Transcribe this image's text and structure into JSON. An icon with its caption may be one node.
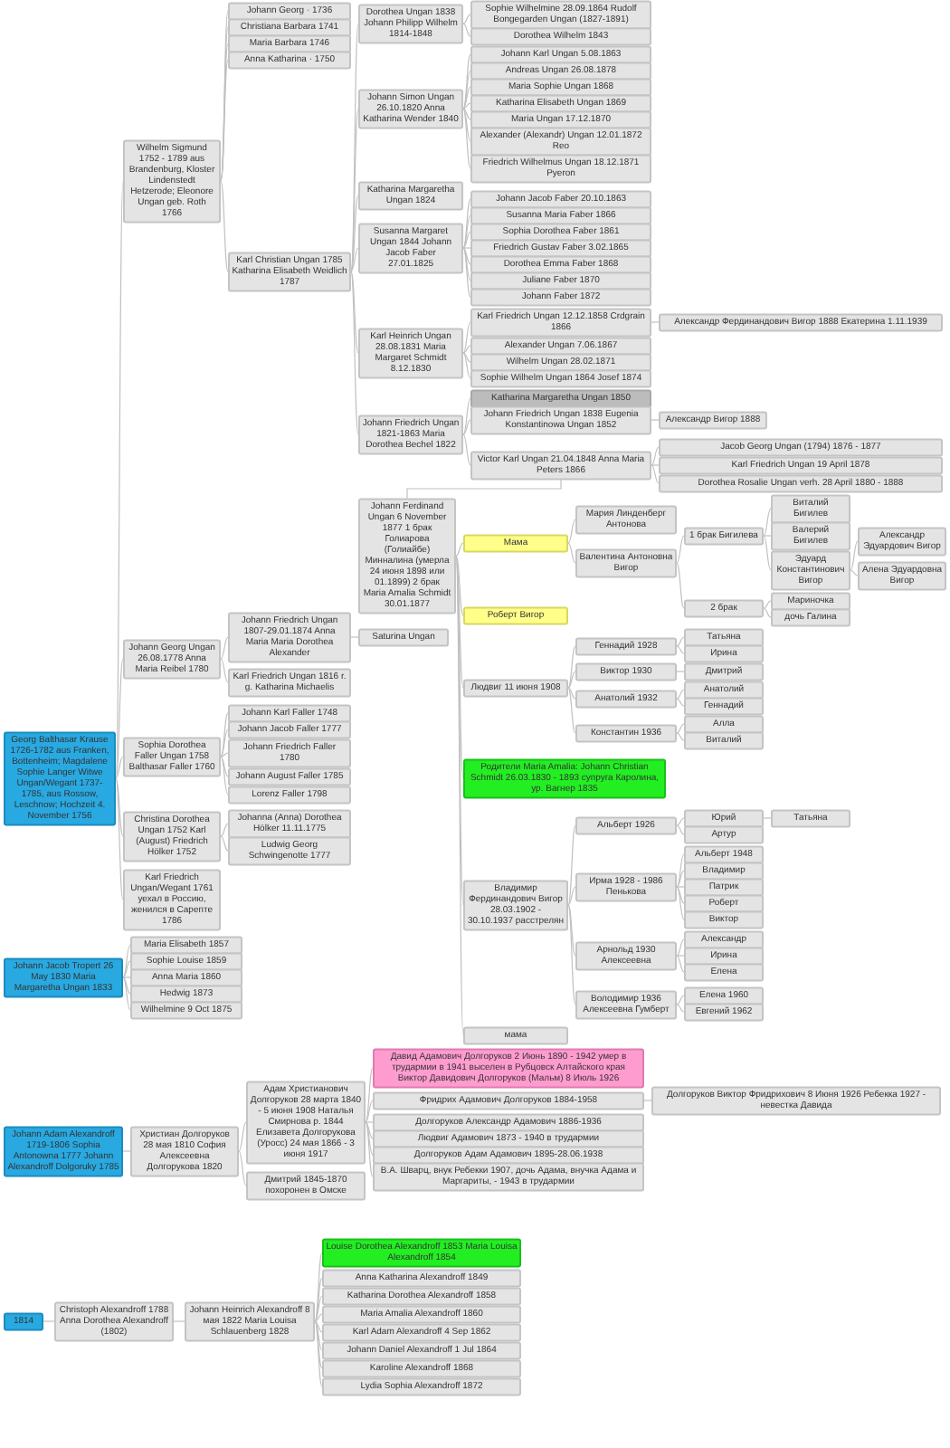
{
  "diagram": {
    "nodes": [
      {
        "text": [
          "Georg Balthasar Krause 1726-1782 aus Franken, Bottenheim; Magdalene Sophie Langer Witwe Ungan/Wegant 1737-1785, aus Rossow, Leschnow; Hochzeit 4. November 1756"
        ]
      },
      {
        "text": [
          "Wilhelm Sigmund 1752 - 1789 aus Brandenburg, Kloster Lindenstedt Hetzerode; Eleonore Ungan geb. Roth 1766"
        ]
      },
      {
        "text": [
          "Johann Georg · 1736"
        ]
      },
      {
        "text": [
          "Christiana Barbara 1741"
        ]
      },
      {
        "text": [
          "Maria Barbara 1746"
        ]
      },
      {
        "text": [
          "Anna Katharina · 1750"
        ]
      },
      {
        "text": [
          "Karl Christian Ungan 1785 Katharina Elisabeth Weidlich 1787"
        ]
      },
      {
        "text": [
          "Dorothea Ungan 1838 Johann Philipp Wilhelm 1814-1848"
        ]
      },
      {
        "text": [
          "Sophie Wilhelmine 28.09.1864 Rudolf Bongegarden Ungan (1827-1891)"
        ]
      },
      {
        "text": [
          "Dorothea Wilhelm 1843"
        ]
      },
      {
        "text": [
          "Johann Simon Ungan 26.10.1820 Anna Katharina Wender 1840"
        ]
      },
      {
        "text": [
          "Johann Karl Ungan 5.08.1863"
        ]
      },
      {
        "text": [
          "Andreas Ungan 26.08.1878"
        ]
      },
      {
        "text": [
          "Maria Sophie Ungan 1868"
        ]
      },
      {
        "text": [
          "Katharina Elisabeth Ungan 1869"
        ]
      },
      {
        "text": [
          "Maria Ungan 17.12.1870"
        ]
      },
      {
        "text": [
          "Alexander (Alexandr) Ungan 12.01.1872 Reo"
        ]
      },
      {
        "text": [
          "Friedrich Wilhelmus Ungan 18.12.1871 Pyeron"
        ]
      },
      {
        "text": [
          "Katharina Margaretha Ungan 1824"
        ]
      },
      {
        "text": [
          "Susanna Margaret Ungan 1844 Johann Jacob Faber 27.01.1825"
        ]
      },
      {
        "text": [
          "Johann Jacob Faber 20.10.1863"
        ]
      },
      {
        "text": [
          "Susanna Maria Faber 1866"
        ]
      },
      {
        "text": [
          "Sophia Dorothea Faber 1861"
        ]
      },
      {
        "text": [
          "Friedrich Gustav Faber 3.02.1865"
        ]
      },
      {
        "text": [
          "Dorothea Emma Faber 1868"
        ]
      },
      {
        "text": [
          "Juliane Faber 1870"
        ]
      },
      {
        "text": [
          "Johann Faber 1872"
        ]
      },
      {
        "text": [
          "Karl Heinrich Ungan 28.08.1831 Maria Margaret Schmidt 8.12.1830"
        ]
      },
      {
        "text": [
          "Karl Friedrich Ungan 12.12.1858 Crdgrain 1866"
        ]
      },
      {
        "text": [
          "Александр Фердинандович Вигор 1888 Екатерина 1.11.1939"
        ]
      },
      {
        "text": [
          "Alexander Ungan 7.06.1867"
        ]
      },
      {
        "text": [
          "Wilhelm Ungan 28.02.1871"
        ]
      },
      {
        "text": [
          "Sophie Wilhelm Ungan 1864 Josef 1874"
        ]
      },
      {
        "text": [
          "Johann Friedrich Ungan 1821-1863 Maria Dorothea Bechel 1822"
        ]
      },
      {
        "text": [
          "Katharina Margaretha Ungan 1850"
        ]
      },
      {
        "text": [
          "Victor Karl Ungan 21.04.1848 Anna Maria Peters 1866"
        ]
      },
      {
        "text": [
          "Jacob Georg Ungan (1794) 1876 - 1877"
        ]
      },
      {
        "text": [
          "Karl Friedrich Ungan 19 April 1878"
        ]
      },
      {
        "text": [
          "Dorothea Rosalie Ungan verh. 28 April 1880 - 1888"
        ]
      },
      {
        "text": [
          "Johann Ferdinand Ungan 6 November 1877 1 брак Голиарова (Голиайбе) Минналина (умерла 24 июня 1898 или 01.1899) 2 брак Maria Amalia Schmidt 30.01.1877"
        ]
      },
      {
        "text": [
          "Мама"
        ]
      },
      {
        "text": [
          "Роберт Вигор"
        ]
      },
      {
        "text": [
          "Мария Линденберг Антонова"
        ]
      },
      {
        "text": [
          "Валентина Антоновна Вигор"
        ]
      },
      {
        "text": [
          "1 брак Бигилева"
        ]
      },
      {
        "text": [
          "Виталий Бигилев"
        ]
      },
      {
        "text": [
          "Валерий Бигилев"
        ]
      },
      {
        "text": [
          "Эдуард Константинович Вигор"
        ]
      },
      {
        "text": [
          "Александр Эдуардович Вигор"
        ]
      },
      {
        "text": [
          "Алена Эдуардовна Вигор"
        ]
      },
      {
        "text": [
          "2 брак"
        ]
      },
      {
        "text": [
          "Мариночка"
        ]
      },
      {
        "text": [
          "дочь Галина"
        ]
      },
      {
        "text": [
          "Людвиг 11 июня 1908"
        ]
      },
      {
        "text": [
          "Геннадий 1928"
        ]
      },
      {
        "text": [
          "Татьяна"
        ]
      },
      {
        "text": [
          "Ирина"
        ]
      },
      {
        "text": [
          "Виктор 1930"
        ]
      },
      {
        "text": [
          "Дмитрий"
        ]
      },
      {
        "text": [
          "Анатолий 1932"
        ]
      },
      {
        "text": [
          "Анатолий"
        ]
      },
      {
        "text": [
          "Геннадий"
        ]
      },
      {
        "text": [
          "Константин 1936"
        ]
      },
      {
        "text": [
          "Алла"
        ]
      },
      {
        "text": [
          "Виталий"
        ]
      },
      {
        "text": [
          "Родители Maria Amalia: Johann Christian Schmidt 26.03.1830 - 1893 супруга Каролина, ур. Вагнер 1835"
        ]
      },
      {
        "text": [
          "Владимир Фердинандович Вигор 28.03.1902 - 30.10.1937 расстрелян"
        ]
      },
      {
        "text": [
          "Альберт 1926"
        ]
      },
      {
        "text": [
          "Юрий"
        ]
      },
      {
        "text": [
          "Татьяна"
        ]
      },
      {
        "text": [
          "Артур"
        ]
      },
      {
        "text": [
          "Ирма 1928 - 1986 Пенькова"
        ]
      },
      {
        "text": [
          "Альберт 1948"
        ]
      },
      {
        "text": [
          "Владимир"
        ]
      },
      {
        "text": [
          "Патрик"
        ]
      },
      {
        "text": [
          "Роберт"
        ]
      },
      {
        "text": [
          "Виктор"
        ]
      },
      {
        "text": [
          "Арнольд 1930 Алексеевна"
        ]
      },
      {
        "text": [
          "Александр"
        ]
      },
      {
        "text": [
          "Ирина"
        ]
      },
      {
        "text": [
          "Елена"
        ]
      },
      {
        "text": [
          "Володимир 1936 Алексеевна Гумберт"
        ]
      },
      {
        "text": [
          "Елена 1960"
        ]
      },
      {
        "text": [
          "Евгений 1962"
        ]
      },
      {
        "text": [
          "мама"
        ]
      },
      {
        "text": [
          "Johann Friedrich Ungan 1838 Eugenia Konstantinowa Ungan 1852"
        ]
      },
      {
        "text": [
          "Александр Вигор 1888"
        ]
      },
      {
        "text": [
          "Johann Georg Ungan 26.08.1778 Anna Maria Reibel 1780"
        ]
      },
      {
        "text": [
          "Johann Friedrich Ungan 1807-29.01.1874 Anna Maria Maria Dorothea Alexander"
        ]
      },
      {
        "text": [
          "Saturina Ungan"
        ]
      },
      {
        "text": [
          "Karl Friedrich Ungan 1816 r. g. Katharina Michaelis"
        ]
      },
      {
        "text": [
          "Sophia Dorothea Faller Ungan 1758 Balthasar Faller 1760"
        ]
      },
      {
        "text": [
          "Johann Karl Faller 1748"
        ]
      },
      {
        "text": [
          "Johann Jacob Faller 1777"
        ]
      },
      {
        "text": [
          "Johann Friedrich Faller 1780"
        ]
      },
      {
        "text": [
          "Johann August Faller 1785"
        ]
      },
      {
        "text": [
          "Lorenz Faller 1798"
        ]
      },
      {
        "text": [
          "Christina Dorothea Ungan 1752 Karl (August) Friedrich Hölker 1752"
        ]
      },
      {
        "text": [
          "Johanna (Anna) Dorothea Hölker 11.11.1775"
        ]
      },
      {
        "text": [
          "Ludwig Georg Schwingenotte 1777"
        ]
      },
      {
        "text": [
          "Karl Friedrich Ungan/Wegant 1761 уехал в Россию, женился в Сарепте 1786"
        ]
      },
      {
        "text": [
          "Johann Adam Alexandroff 1719-1806 Sophia Antonowna 1777 Johann Alexandroff Dolgoruky 1785"
        ]
      },
      {
        "text": [
          "Христиан Долгоруков 28 мая 1810 София Алексеевна Долгорукова 1820"
        ]
      },
      {
        "text": [
          "Адам Христианович Долгоруков 28 марта 1840 - 5 июня 1908 Наталья Смирнова р. 1844 Елизавета Долгорукова (Уросс) 24 мая 1866 - 3 июня 1917"
        ]
      },
      {
        "text": [
          "Давид Адамович Долгоруков 2 Июнь 1890 - 1942 умер в трудармии в 1941 выселен в Рубцовск Алтайского края Виктор Давидович Долгоруков (Мальм) 8 Июль 1926"
        ]
      },
      {
        "text": [
          "Фридрих Адамович Долгоруков 1884-1958"
        ]
      },
      {
        "text": [
          "Долгоруков Виктор Фридрихович 8 Июня 1926 Ребекка 1927 - невестка Давида"
        ]
      },
      {
        "text": [
          "Долгоруков Александр Адамович 1886-1936"
        ]
      },
      {
        "text": [
          "Людвиг Адамович 1873 - 1940 в трудармии"
        ]
      },
      {
        "text": [
          "Долгоруков Адам Адамович 1895-28.06.1938"
        ]
      },
      {
        "text": [
          "В.А. Шварц, внук Ребекки 1907, дочь Адама, внучка Адама и Маргариты, - 1943 в трудармии"
        ]
      },
      {
        "text": [
          "Дмитрий 1845-1870 похоронен в Омске"
        ]
      },
      {
        "text": [
          "1814"
        ]
      },
      {
        "text": [
          "Christoph Alexandroff 1788 Anna Dorothea Alexandroff (1802)"
        ]
      },
      {
        "text": [
          "Johann Heinrich Alexandroff 8 мая 1822 Maria Louisa Schlauenberg 1828"
        ]
      },
      {
        "text": [
          "Louise Dorothea Alexandroff 1853 Maria Louisa Alexandroff 1854"
        ]
      },
      {
        "text": [
          "Anna Katharina Alexandroff 1849"
        ]
      },
      {
        "text": [
          "Katharina Dorothea Alexandroff 1858"
        ]
      },
      {
        "text": [
          "Maria Amalia Alexandroff 1860"
        ]
      },
      {
        "text": [
          "Karl Adam Alexandroff 4 Sep 1862"
        ]
      },
      {
        "text": [
          "Johann Daniel Alexandroff 1 Jul 1864"
        ]
      },
      {
        "text": [
          "Karoline Alexandroff 1868"
        ]
      },
      {
        "text": [
          "Lydia Sophia Alexandroff 1872"
        ]
      },
      {
        "text": [
          "Johann Jacob Tropert 26 May 1830 Maria Margaretha Ungan 1833"
        ]
      },
      {
        "text": [
          "Maria Elisabeth 1857"
        ]
      },
      {
        "text": [
          "Sophie Louise 1859"
        ]
      },
      {
        "text": [
          "Anna Maria 1860"
        ]
      },
      {
        "text": [
          "Hedwig 1873"
        ]
      },
      {
        "text": [
          "Wilhelmine 9 Oct 1875"
        ]
      }
    ],
    "edges": [
      {
        "from": 0,
        "to": 1,
        "arrow": "none"
      },
      {
        "from": 0,
        "to": 87,
        "arrow": "none"
      },
      {
        "from": 0,
        "to": 91,
        "arrow": "none"
      },
      {
        "from": 0,
        "to": 97,
        "arrow": "none"
      },
      {
        "from": 0,
        "to": 100,
        "arrow": "none"
      },
      {
        "from": 1,
        "to": 2,
        "arrow": "none"
      },
      {
        "from": 1,
        "to": 3,
        "arrow": "none"
      },
      {
        "from": 1,
        "to": 4,
        "arrow": "none"
      },
      {
        "from": 1,
        "to": 5,
        "arrow": "none"
      },
      {
        "from": 1,
        "to": 6,
        "arrow": "none"
      },
      {
        "from": 6,
        "to": 7,
        "arrow": "none"
      },
      {
        "from": 6,
        "to": 10,
        "arrow": "none"
      },
      {
        "from": 6,
        "to": 18,
        "arrow": "none"
      },
      {
        "from": 6,
        "to": 19,
        "arrow": "none"
      },
      {
        "from": 6,
        "to": 27,
        "arrow": "none"
      },
      {
        "from": 6,
        "to": 33,
        "arrow": "none"
      },
      {
        "from": 7,
        "to": 8,
        "arrow": "none"
      },
      {
        "from": 7,
        "to": 9,
        "arrow": "none"
      },
      {
        "from": 10,
        "to": 11,
        "arrow": "none"
      },
      {
        "from": 10,
        "to": 12,
        "arrow": "none"
      },
      {
        "from": 10,
        "to": 13,
        "arrow": "none"
      },
      {
        "from": 10,
        "to": 14,
        "arrow": "none"
      },
      {
        "from": 10,
        "to": 15,
        "arrow": "none"
      },
      {
        "from": 10,
        "to": 16,
        "arrow": "none"
      },
      {
        "from": 10,
        "to": 17,
        "arrow": "none"
      },
      {
        "from": 19,
        "to": 20,
        "arrow": "none"
      },
      {
        "from": 19,
        "to": 21,
        "arrow": "none"
      },
      {
        "from": 19,
        "to": 22,
        "arrow": "none"
      },
      {
        "from": 19,
        "to": 23,
        "arrow": "none"
      },
      {
        "from": 19,
        "to": 24,
        "arrow": "none"
      },
      {
        "from": 19,
        "to": 25,
        "arrow": "none"
      },
      {
        "from": 19,
        "to": 26,
        "arrow": "none"
      },
      {
        "from": 27,
        "to": 28,
        "arrow": "none"
      },
      {
        "from": 27,
        "to": 30,
        "arrow": "none"
      },
      {
        "from": 27,
        "to": 31,
        "arrow": "none"
      },
      {
        "from": 27,
        "to": 32,
        "arrow": "none"
      },
      {
        "from": 28,
        "to": 29,
        "arrow": "none"
      },
      {
        "from": 33,
        "to": 34,
        "arrow": "none"
      },
      {
        "from": 33,
        "to": 35,
        "arrow": "none"
      },
      {
        "from": 33,
        "to": 85,
        "arrow": "none"
      },
      {
        "from": 35,
        "to": 36,
        "arrow": "none"
      },
      {
        "from": 35,
        "to": 37,
        "arrow": "none"
      },
      {
        "from": 35,
        "to": 38,
        "arrow": "none"
      },
      {
        "from": 35,
        "to": 39,
        "arrow": "none"
      },
      {
        "from": 39,
        "to": 40,
        "arrow": "none"
      },
      {
        "from": 39,
        "to": 41,
        "arrow": "none"
      },
      {
        "from": 39,
        "to": 53,
        "arrow": "none"
      },
      {
        "from": 39,
        "to": 65,
        "arrow": "none"
      },
      {
        "from": 39,
        "to": 66,
        "arrow": "none"
      },
      {
        "from": 39,
        "to": 84,
        "arrow": "none"
      },
      {
        "from": 40,
        "to": 42,
        "arrow": "none"
      },
      {
        "from": 40,
        "to": 43,
        "arrow": "none"
      },
      {
        "from": 43,
        "to": 44,
        "arrow": "none"
      },
      {
        "from": 43,
        "to": 50,
        "arrow": "none"
      },
      {
        "from": 44,
        "to": 45,
        "arrow": "none"
      },
      {
        "from": 44,
        "to": 46,
        "arrow": "none"
      },
      {
        "from": 44,
        "to": 47,
        "arrow": "none"
      },
      {
        "from": 47,
        "to": 48,
        "arrow": "none"
      },
      {
        "from": 47,
        "to": 49,
        "arrow": "none"
      },
      {
        "from": 50,
        "to": 51,
        "arrow": "none"
      },
      {
        "from": 50,
        "to": 52,
        "arrow": "none"
      },
      {
        "from": 53,
        "to": 54,
        "arrow": "none"
      },
      {
        "from": 53,
        "to": 57,
        "arrow": "none"
      },
      {
        "from": 53,
        "to": 59,
        "arrow": "none"
      },
      {
        "from": 53,
        "to": 62,
        "arrow": "none"
      },
      {
        "from": 54,
        "to": 55,
        "arrow": "none"
      },
      {
        "from": 54,
        "to": 56,
        "arrow": "none"
      },
      {
        "from": 57,
        "to": 58,
        "arrow": "none"
      },
      {
        "from": 59,
        "to": 60,
        "arrow": "none"
      },
      {
        "from": 59,
        "to": 61,
        "arrow": "none"
      },
      {
        "from": 62,
        "to": 63,
        "arrow": "none"
      },
      {
        "from": 62,
        "to": 64,
        "arrow": "none"
      },
      {
        "from": 66,
        "to": 67,
        "arrow": "none"
      },
      {
        "from": 66,
        "to": 71,
        "arrow": "none"
      },
      {
        "from": 66,
        "to": 77,
        "arrow": "none"
      },
      {
        "from": 66,
        "to": 81,
        "arrow": "none"
      },
      {
        "from": 67,
        "to": 68,
        "arrow": "none"
      },
      {
        "from": 67,
        "to": 70,
        "arrow": "none"
      },
      {
        "from": 68,
        "to": 69,
        "arrow": "none"
      },
      {
        "from": 71,
        "to": 72,
        "arrow": "none"
      },
      {
        "from": 71,
        "to": 73,
        "arrow": "none"
      },
      {
        "from": 71,
        "to": 74,
        "arrow": "none"
      },
      {
        "from": 71,
        "to": 75,
        "arrow": "none"
      },
      {
        "from": 71,
        "to": 76,
        "arrow": "none"
      },
      {
        "from": 77,
        "to": 78,
        "arrow": "none"
      },
      {
        "from": 77,
        "to": 79,
        "arrow": "none"
      },
      {
        "from": 77,
        "to": 80,
        "arrow": "none"
      },
      {
        "from": 81,
        "to": 82,
        "arrow": "none"
      },
      {
        "from": 81,
        "to": 83,
        "arrow": "none"
      },
      {
        "from": 85,
        "to": 86,
        "arrow": "none"
      },
      {
        "from": 87,
        "to": 88,
        "arrow": "none"
      },
      {
        "from": 87,
        "to": 90,
        "arrow": "none"
      },
      {
        "from": 88,
        "to": 89,
        "arrow": "none"
      },
      {
        "from": 91,
        "to": 92,
        "arrow": "none"
      },
      {
        "from": 91,
        "to": 93,
        "arrow": "none"
      },
      {
        "from": 91,
        "to": 94,
        "arrow": "none"
      },
      {
        "from": 91,
        "to": 95,
        "arrow": "none"
      },
      {
        "from": 91,
        "to": 96,
        "arrow": "none"
      },
      {
        "from": 97,
        "to": 98,
        "arrow": "none"
      },
      {
        "from": 97,
        "to": 99,
        "arrow": "none"
      },
      {
        "from": 101,
        "to": 102,
        "arrow": "none"
      },
      {
        "from": 102,
        "to": 103,
        "arrow": "none"
      },
      {
        "from": 102,
        "to": 111,
        "arrow": "none"
      },
      {
        "from": 103,
        "to": 104,
        "arrow": "none"
      },
      {
        "from": 103,
        "to": 105,
        "arrow": "none"
      },
      {
        "from": 103,
        "to": 107,
        "arrow": "none"
      },
      {
        "from": 103,
        "to": 108,
        "arrow": "none"
      },
      {
        "from": 103,
        "to": 109,
        "arrow": "none"
      },
      {
        "from": 103,
        "to": 110,
        "arrow": "none"
      },
      {
        "from": 105,
        "to": 106,
        "arrow": "none"
      },
      {
        "from": 112,
        "to": 113,
        "arrow": "none"
      },
      {
        "from": 113,
        "to": 114,
        "arrow": "none"
      },
      {
        "from": 114,
        "to": 115,
        "arrow": "none"
      },
      {
        "from": 114,
        "to": 116,
        "arrow": "none"
      },
      {
        "from": 114,
        "to": 117,
        "arrow": "none"
      },
      {
        "from": 114,
        "to": 118,
        "arrow": "none"
      },
      {
        "from": 114,
        "to": 119,
        "arrow": "none"
      },
      {
        "from": 114,
        "to": 120,
        "arrow": "none"
      },
      {
        "from": 114,
        "to": 121,
        "arrow": "none"
      },
      {
        "from": 114,
        "to": 122,
        "arrow": "none"
      },
      {
        "from": 123,
        "to": 124,
        "arrow": "none"
      },
      {
        "from": 123,
        "to": 125,
        "arrow": "none"
      },
      {
        "from": 123,
        "to": 126,
        "arrow": "none"
      },
      {
        "from": 123,
        "to": 127,
        "arrow": "none"
      },
      {
        "from": 123,
        "to": 128,
        "arrow": "none"
      }
    ]
  }
}
